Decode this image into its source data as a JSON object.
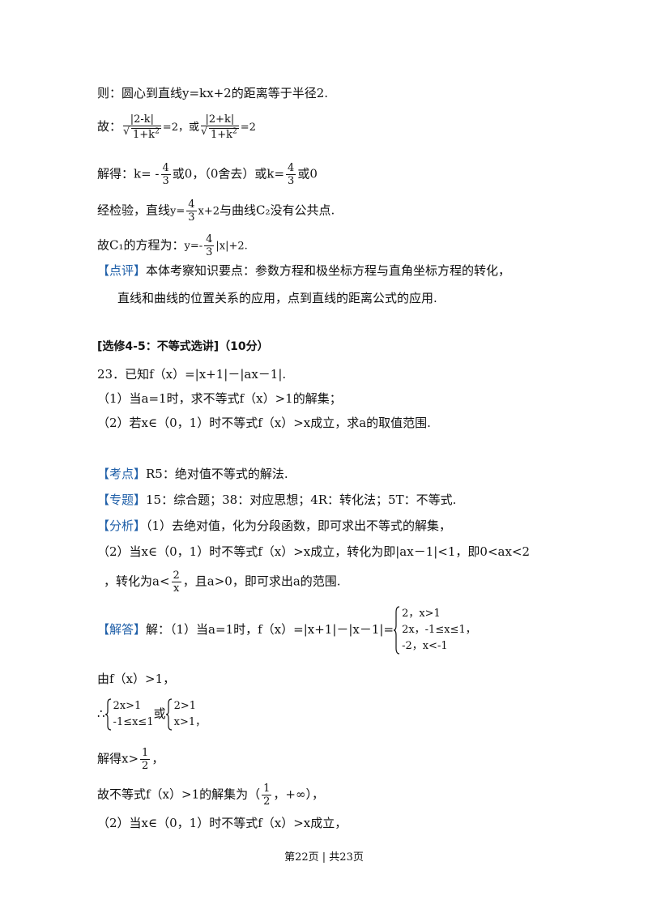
{
  "lines": {
    "l1": "则：圆心到直线y=kx+2的距离等于半径2.",
    "l2_prefix": "故：",
    "l2_num1": "|2-k|",
    "l2_den1_root": "1+k",
    "l2_eq1": "=2，或",
    "l2_num2": "|2+k|",
    "l2_den2_root": "1+k",
    "l2_eq2": "=2",
    "l3_prefix": "解得：k= -",
    "l3_num": "4",
    "l3_den": "3",
    "l3_mid": "或0，（0舍去）或k=",
    "l3_num2": "4",
    "l3_den2": "3",
    "l3_end": "或0",
    "l4_prefix": "经检验，直线",
    "l4_y": "y=",
    "l4_num": "4",
    "l4_den": "3",
    "l4_x": "x+2",
    "l4_end": "与曲线C₂没有公共点.",
    "l5_prefix": "故C₁的方程为：",
    "l5_y": "y=-",
    "l5_num": "4",
    "l5_den": "3",
    "l5_end": "|x|+2.",
    "review_tag": "【点评】",
    "review_text1": "本体考察知识要点：参数方程和极坐标方程与直角坐标方程的转化，",
    "review_text2": "直线和曲线的位置关系的应用，点到直线的距离公式的应用."
  },
  "section": {
    "heading": "[选修4-5：不等式选讲]（10分）",
    "q_line": "23．已知f（x）=|x+1|－|ax－1|.",
    "q1": "（1）当a=1时，求不等式f（x）>1的解集；",
    "q2": "（2）若x∈（0，1）时不等式f（x）>x成立，求a的取值范围."
  },
  "meta": {
    "kaodian_tag": "【考点】",
    "kaodian": "R5：绝对值不等式的解法.",
    "zhuanti_tag": "【专题】",
    "zhuanti": "15：综合题；38：对应思想；4R：转化法；5T：不等式.",
    "fenxi_tag": "【分析】",
    "fenxi1": "（1）去绝对值，化为分段函数，即可求出不等式的解集，",
    "fenxi2": "（2）当x∈（0，1）时不等式f（x）>x成立，转化为即|ax－1|<1，即0<ax<2",
    "fenxi3_pre": "，转化为a<",
    "fenxi3_num": "2",
    "fenxi3_den": "x",
    "fenxi3_end": "，且a>0，即可求出a的范围."
  },
  "solution": {
    "tag": "【解答】",
    "s1_pre": "解：（1）当a=1时，f（x）=|x+1|－|x－1|=",
    "piece1": "2，x>1",
    "piece2": "2x，-1≤x≤1，",
    "piece3": "-2，x<-1",
    "s2": "由f（x）>1，",
    "therefore": "∴",
    "sysA1": "2x>1",
    "sysA2": "-1≤x≤1",
    "or": "或",
    "sysB1": "2>1",
    "sysB2": "x>1，",
    "s3_pre": "解得x>",
    "s3_num": "1",
    "s3_den": "2",
    "s3_end": "，",
    "s4_pre": "故不等式f（x）>1的解集为（",
    "s4_num": "1",
    "s4_den": "2",
    "s4_end": "，+∞），",
    "s5": "（2）当x∈（0，1）时不等式f（x）>x成立，"
  },
  "footer": "第22页 | 共23页"
}
